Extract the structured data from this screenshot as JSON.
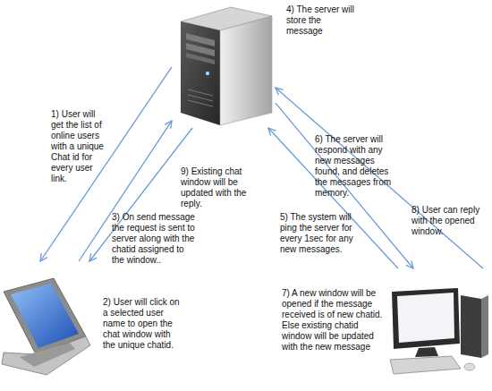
{
  "diagram": {
    "nodes": [
      {
        "text": [
          "4) The server will store the message"
        ]
      },
      {
        "text": [
          "2) User will click on a selected user name to open the chat window with the unique chatid."
        ]
      },
      {
        "text": [
          "7) A new window will be opened if the message received is of new chatid. Else existing chatid window will be updated with the new message"
        ]
      }
    ],
    "edges": [
      {
        "from": 0,
        "to": 1,
        "label": "1) User will get the list of online users with a unique Chat id for every user link.",
        "arrow": "to"
      },
      {
        "from": 1,
        "to": 0,
        "label": "3) On send message the request is sent to server along with the chatid assigned to the window..",
        "arrow": "to"
      },
      {
        "from": 0,
        "to": 1,
        "label": "9) Existing chat window will be updated with the reply.",
        "arrow": "to"
      },
      {
        "from": 2,
        "to": 0,
        "label": "5) The system will ping the server for every 1sec for any new messages.",
        "arrow": "to"
      },
      {
        "from": 0,
        "to": 2,
        "label": "6) The server will respond with any new messages found, and deletes the messages from memory.",
        "arrow": "to"
      },
      {
        "from": 2,
        "to": 0,
        "label": "8) User can reply with the opened window.",
        "arrow": "to"
      }
    ]
  }
}
